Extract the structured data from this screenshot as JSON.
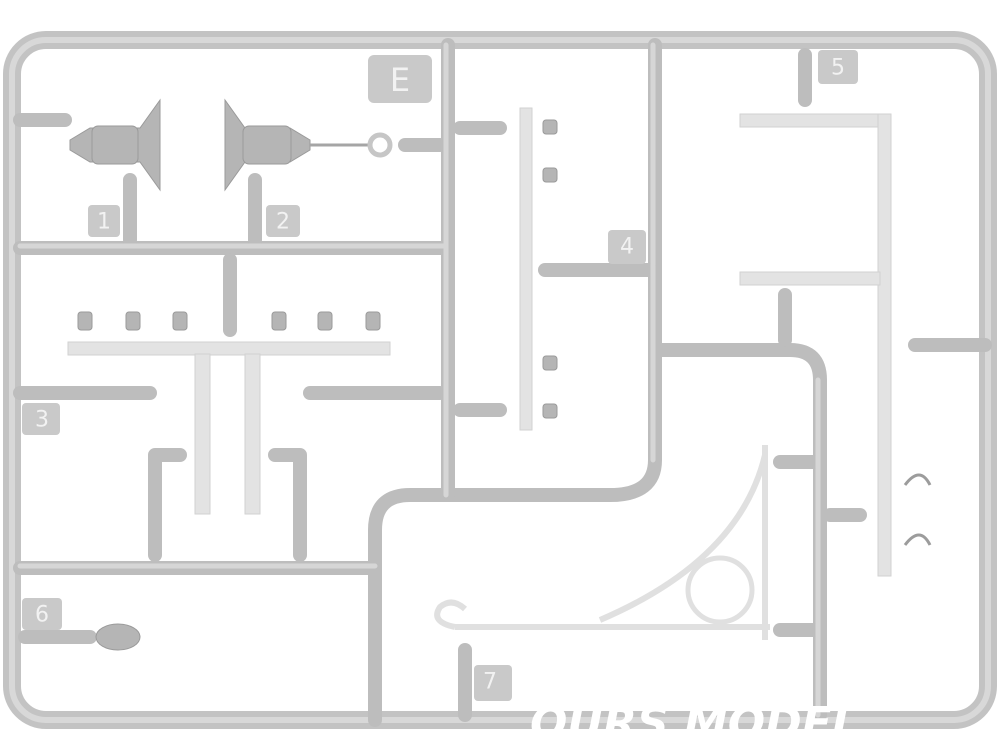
{
  "sprue": {
    "letter": "E",
    "part_numbers": [
      "1",
      "2",
      "3",
      "4",
      "5",
      "6",
      "7"
    ],
    "watermark": "OURS MODEL",
    "colors": {
      "plastic": "#bdbdbd",
      "background": "#ffffff"
    }
  }
}
